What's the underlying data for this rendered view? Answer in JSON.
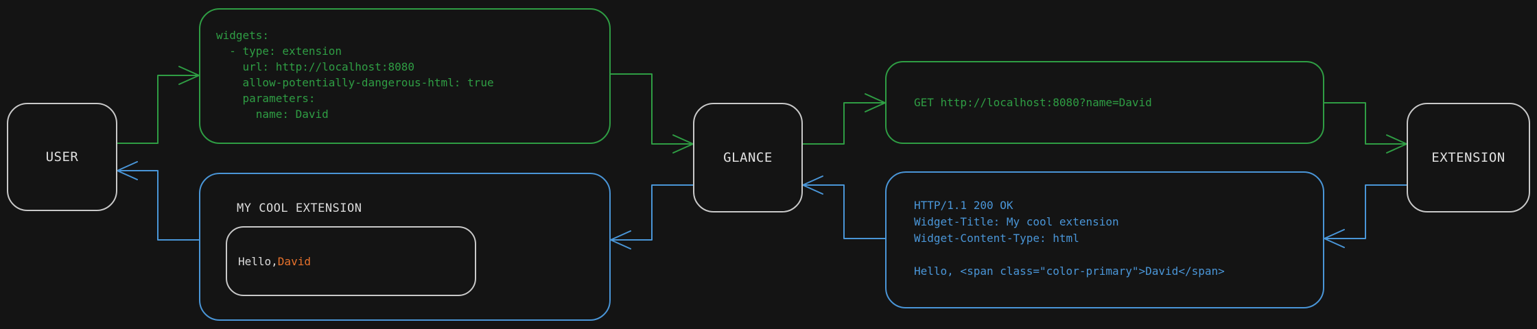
{
  "colors": {
    "background": "#141414",
    "green": "#2f9e44",
    "blue": "#4a96d8",
    "orange": "#e8722c",
    "node_border": "#c9c9c9",
    "text_light": "#e0e0e0"
  },
  "nodes": {
    "user": {
      "label": "USER"
    },
    "glance": {
      "label": "GLANCE"
    },
    "extension": {
      "label": "EXTENSION"
    }
  },
  "flow": {
    "config_request": {
      "code": "widgets:\n  - type: extension\n    url: http://localhost:8080\n    allow-potentially-dangerous-html: true\n    parameters:\n      name: David"
    },
    "http_request": {
      "code": "GET http://localhost:8080?name=David"
    },
    "http_response": {
      "code": "HTTP/1.1 200 OK\nWidget-Title: My cool extension\nWidget-Content-Type: html\n\nHello, <span class=\"color-primary\">David</span>"
    },
    "rendered_widget": {
      "title": "MY COOL EXTENSION",
      "greeting_prefix": "Hello, ",
      "greeting_name": "David"
    }
  }
}
